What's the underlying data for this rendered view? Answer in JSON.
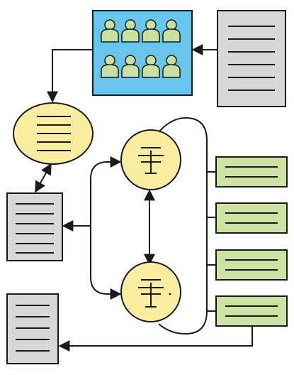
{
  "diagram": {
    "colors": {
      "stroke": "#1a1a1a",
      "background": "#ffffff",
      "document_gray": "#d8d8d8",
      "group_blue": "#67c5ee",
      "person_green": "#c8e1a1",
      "circle_yellow": "#fbeea1",
      "box_green": "#cde3a4"
    },
    "nodes": [
      {
        "id": "audience-group",
        "kind": "people-group",
        "people_count": 8
      },
      {
        "id": "source-document",
        "kind": "document",
        "lines": 6
      },
      {
        "id": "oval-topic",
        "kind": "oval",
        "lines": 5
      },
      {
        "id": "middle-document",
        "kind": "document",
        "lines": 6
      },
      {
        "id": "circle-top",
        "kind": "circle-with-symbol"
      },
      {
        "id": "circle-bottom",
        "kind": "circle-with-symbol"
      },
      {
        "id": "green-box-1",
        "kind": "green-box",
        "lines": 2
      },
      {
        "id": "green-box-2",
        "kind": "green-box",
        "lines": 2
      },
      {
        "id": "green-box-3",
        "kind": "green-box",
        "lines": 2
      },
      {
        "id": "green-box-4",
        "kind": "green-box",
        "lines": 2
      },
      {
        "id": "output-document",
        "kind": "document",
        "lines": 5
      }
    ],
    "connections": [
      {
        "from": "source-document",
        "to": "audience-group",
        "arrow": "single"
      },
      {
        "from": "audience-group",
        "to": "oval-topic",
        "arrow": "single"
      },
      {
        "from": "oval-topic",
        "to": "middle-document",
        "arrow": "double"
      },
      {
        "from": "middle-document",
        "to": "circle-branch",
        "arrow": "double"
      },
      {
        "from": "circle-top",
        "to": "circle-bottom",
        "arrow": "double"
      },
      {
        "from": "circles",
        "to": "green-boxes",
        "arrow": "none"
      },
      {
        "from": "green-box-4",
        "to": "output-document",
        "arrow": "single"
      }
    ]
  }
}
